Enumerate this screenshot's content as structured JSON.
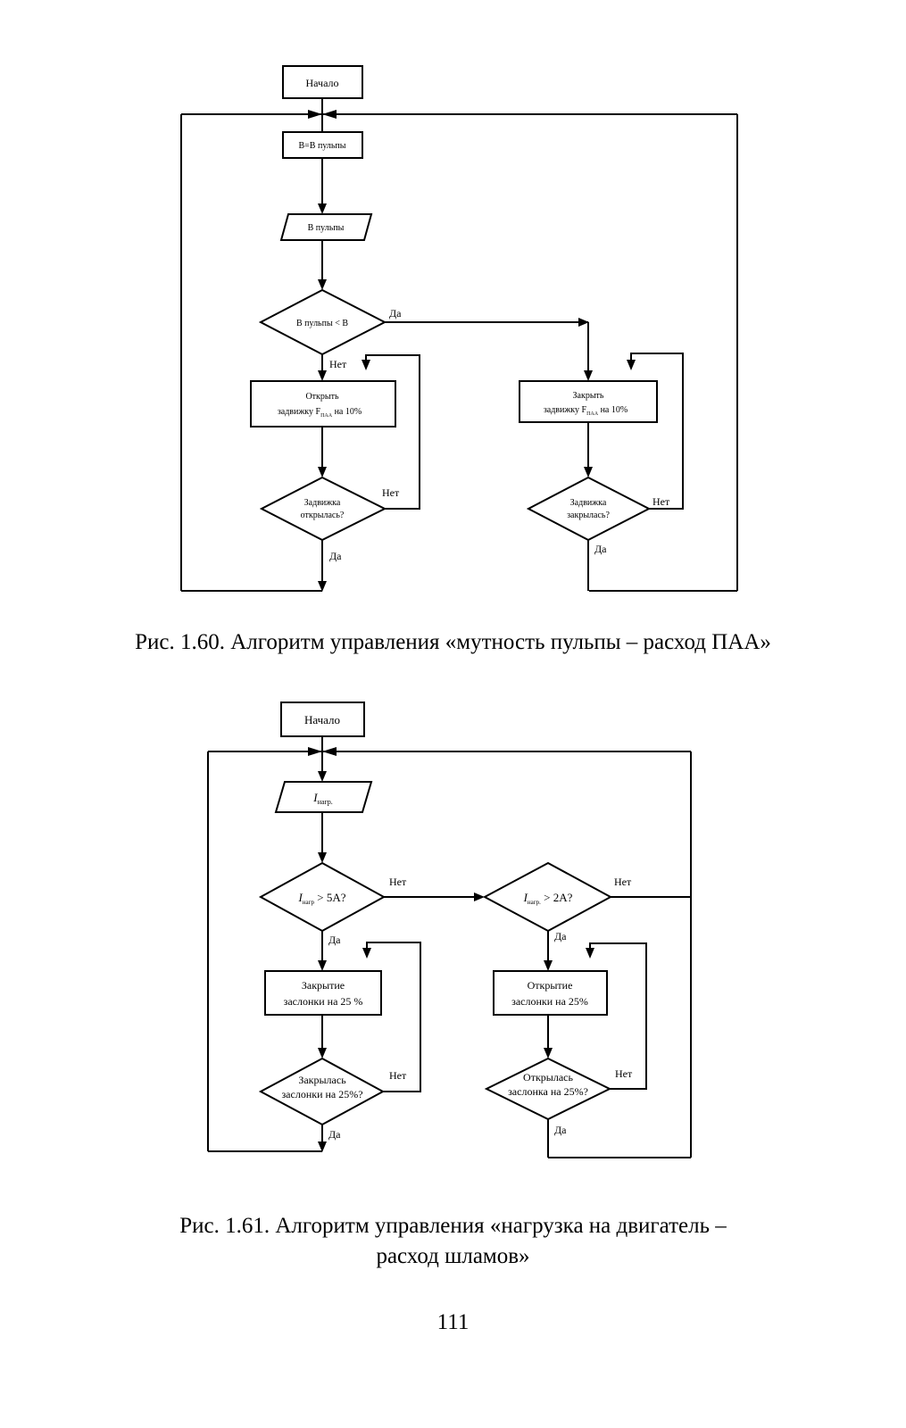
{
  "fig1": {
    "start": "Начало",
    "assign": "В=В пульпы",
    "input": "В пульпы",
    "cond": "В пульпы < В",
    "yes": "Да",
    "no": "Нет",
    "open_l1": "Открыть",
    "open_l2": "задвижку F",
    "open_sub": "ПАА",
    "open_tail": " на 10%",
    "close_l1": "Закрыть",
    "close_l2": "задвижку F",
    "close_sub": "ПАА",
    "close_tail": " на 10%",
    "opened_q1": "Задвижка",
    "opened_q2": "открылась?",
    "closed_q1": "Задвижка",
    "closed_q2": "закрылась?",
    "caption": "Рис. 1.60. Алгоритм управления «мутность пульпы – расход ПАА»"
  },
  "fig2": {
    "start": "Начало",
    "input_var": "I",
    "input_sub": "нагр.",
    "cond1_var": "I",
    "cond1_sub": "нагр",
    "cond1_tail": " > 5А?",
    "cond2_var": "I",
    "cond2_sub": "нагр.",
    "cond2_tail": " > 2А?",
    "yes": "Да",
    "no": "Нет",
    "close_l1": "Закрытие",
    "close_l2": "заслонки на 25 %",
    "open_l1": "Открытие",
    "open_l2": "заслонки на 25%",
    "closed_q1": "Закрылась",
    "closed_q2": "заслонки на 25%?",
    "opened_q1": "Открылась",
    "opened_q2": "заслонка на 25%?",
    "caption_l1": "Рис. 1.61. Алгоритм управления «нагрузка на двигатель –",
    "caption_l2": "расход шламов»"
  },
  "page_number": "111"
}
